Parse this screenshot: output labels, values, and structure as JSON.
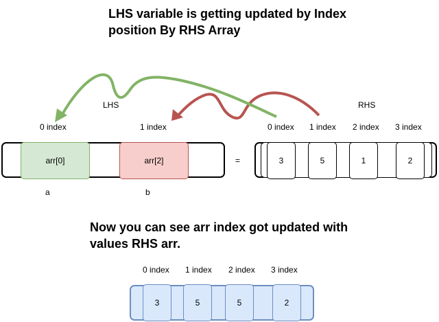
{
  "heading_top": {
    "line1": "LHS variable is getting updated by Index",
    "line2": "position By RHS Array"
  },
  "heading_bottom": {
    "line1": "Now you can see arr index got updated with",
    "line2": "values RHS arr."
  },
  "lhs": {
    "title": "LHS",
    "index_labels": [
      "0 index",
      "1 index"
    ],
    "cells": [
      "arr[0]",
      "arr[2]"
    ],
    "vars": [
      "a",
      "b"
    ]
  },
  "equals": "=",
  "rhs": {
    "title": "RHS",
    "index_labels": [
      "0 index",
      "1 index",
      "2 index",
      "3 index"
    ],
    "values": [
      "3",
      "5",
      "1",
      "2"
    ]
  },
  "result": {
    "index_labels": [
      "0 index",
      "1 index",
      "2 index",
      "3 index"
    ],
    "values": [
      "3",
      "5",
      "5",
      "2"
    ]
  },
  "colors": {
    "green_fill": "#d5e8d4",
    "green_stroke": "#82b366",
    "green_arrow": "#82b366",
    "red_fill": "#f8cecc",
    "red_stroke": "#b85450",
    "red_arrow": "#b85450",
    "blue_fill": "#dae8fc",
    "blue_stroke": "#6c8ebf"
  }
}
